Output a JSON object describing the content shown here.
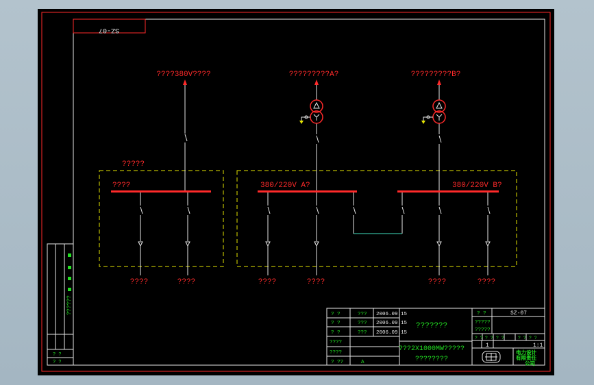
{
  "drawing": {
    "drawing_no_corner": "SZ-07",
    "source_label": "????380V????",
    "feeder_a_label": "?????????A?",
    "feeder_b_label": "?????????B?",
    "left_box_label": "?????",
    "bus_left_label": "????",
    "bus_a_label": "380/220V A?",
    "bus_b_label": "380/220V B?",
    "outputs": [
      "????",
      "????",
      "????",
      "????",
      "????",
      "????"
    ]
  },
  "title_block": {
    "sign_rows": [
      {
        "role": "? ?",
        "name": "???",
        "date": "2006.09.15"
      },
      {
        "role": "? ?",
        "name": "???",
        "date": "2006.09.15"
      },
      {
        "role": "? ?",
        "name": "???",
        "date": "2006.09.15"
      },
      {
        "role": "????",
        "name": "",
        "date": ""
      },
      {
        "role": "????",
        "name": "",
        "date": ""
      },
      {
        "role": "? ??",
        "name": "A",
        "date": ""
      }
    ],
    "title_top": "???????",
    "title_mid": "???2X1000MW?????",
    "title_bottom": "????????",
    "drawing_no": "SZ-07",
    "right_rows": [
      "? ?",
      "?????",
      "?????"
    ],
    "sheet_header": [
      "? ?",
      "? ?",
      "? ?",
      "? ?",
      "? ?"
    ],
    "sheet_value": "1",
    "scale": "1:1",
    "company": [
      "电力设计",
      "有限责任",
      "公司"
    ]
  },
  "revision_column": {
    "vertical_text": "??????",
    "rows": [
      "? ?",
      "? ?"
    ]
  }
}
